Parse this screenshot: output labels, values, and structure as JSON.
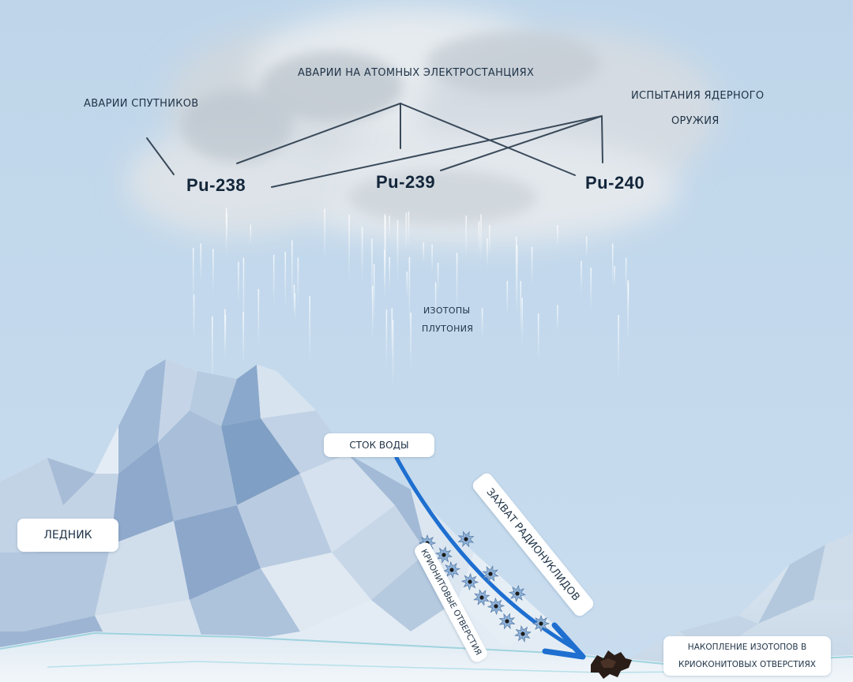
{
  "sources": {
    "npp": "АВАРИИ НА АТОМНЫХ ЭЛЕКТРОСТАНЦИЯХ",
    "satellites": "АВАРИИ СПУТНИКОВ",
    "weapons_line1": "ИСПЫТАНИЯ ЯДЕРНОГО",
    "weapons_line2": "ОРУЖИЯ"
  },
  "isotopes": {
    "pu238": "Pu-238",
    "pu239": "Pu-239",
    "pu240": "Pu-240"
  },
  "rain_label": {
    "line1": "ИЗОТОПЫ",
    "line2": "ПЛУТОНИЯ"
  },
  "labels": {
    "runoff": "СТОК ВОДЫ",
    "glacier": "ЛЕДНИК",
    "capture": "ЗАХВАТ РАДИОНУКЛИДОВ",
    "cryoconite_holes": "КРИОНИТОВЫЕ ОТВЕРСТИЯ",
    "accumulation_line1": "НАКОПЛЕНИЕ ИЗОТОПОВ В",
    "accumulation_line2": "КРИОКОНИТОВЫХ ОТВЕРСТИЯХ"
  },
  "colors": {
    "sky": "#c4d9ec",
    "flow_arrow": "#1e6fd0",
    "ice_light": "#e8f0f7",
    "ice_shadow": "#7f9fc4",
    "cryoconite": "#2a1d18"
  }
}
